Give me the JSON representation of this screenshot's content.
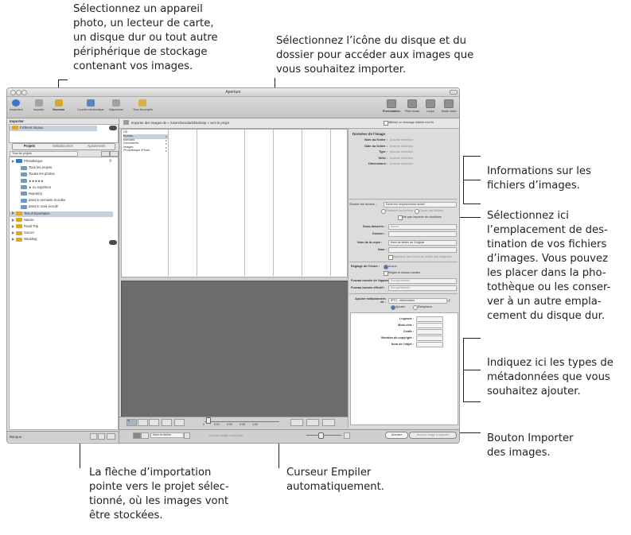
{
  "callouts": {
    "device": "Sélectionnez un appareil\nphoto, un lecteur de carte,\nun disque dur ou tout autre\npériphérique de stockage\ncontenant vos images.",
    "folder": "Sélectionnez l’icône du disque et du\ndossier pour accéder aux images que\nvous souhaitez importer.",
    "info": "Informations sur les\nfichiers d’images.",
    "dest": "Sélectionnez ici\nl’emplacement de des-\ntination de vos fichiers\nd’images. Vous pouvez\nles placer dans la pho-\ntothèque ou les conser-\nver à un autre empla-\ncement du disque dur.",
    "meta": "Indiquez ici les types de\nmétadonnées que vous\nsouhaitez ajouter.",
    "import_btn": "Bouton Importer\ndes images.",
    "arrow": "La flèche d’importation\npointe vers le projet sélec-\ntionné, où les images vont\nêtre stockées.",
    "stack": "Curseur Empiler\nautomatiquement."
  },
  "window": {
    "title": "Aperture",
    "toolbar_left": [
      {
        "label": "Inspecteur",
        "icon": "info-icon",
        "color": "#3b74c9"
      },
      {
        "label": "Importer",
        "icon": "import-icon",
        "color": "#9aa4b0"
      },
      {
        "label": "Nouveau",
        "icon": "new-icon",
        "color": "#d9a72c"
      },
      {
        "label": "Courrier électronique",
        "icon": "email-icon",
        "color": "#5a82c4"
      },
      {
        "label": "Diaporama",
        "icon": "slideshow-icon",
        "color": "#a0a0a0"
      },
      {
        "label": "Tous les projets",
        "icon": "projects-icon",
        "color": "#d9b43c"
      }
    ],
    "toolbar_right": [
      {
        "label": "Présentation",
        "icon": "view-icon"
      },
      {
        "label": "Plein écran",
        "icon": "fullscreen-icon"
      },
      {
        "label": "Loupe",
        "icon": "loupe-icon"
      },
      {
        "label": "Mode vidéo",
        "icon": "video-icon"
      }
    ]
  },
  "sidebar": {
    "importer_title": "Importer",
    "source_item": "Fichiers locaux",
    "tabs": [
      "Projets",
      "Métadonnées",
      "Ajustements"
    ],
    "filter": "Tous les projets",
    "items": [
      {
        "label": "Photothèque",
        "indent": 0
      },
      {
        "label": "Tous les projets",
        "indent": 1
      },
      {
        "label": "Toutes les photos",
        "indent": 1
      },
      {
        "label": "★★★★★",
        "indent": 1
      },
      {
        "label": "★ ou supérieur",
        "indent": 1
      },
      {
        "label": "Rejeté(s)",
        "indent": 1
      },
      {
        "label": "dans la semaine écoulée",
        "indent": 1
      },
      {
        "label": "dans le mois écoulé",
        "indent": 1
      },
      {
        "label": "Test d'importation",
        "indent": 0
      },
      {
        "label": "Nature",
        "indent": 0
      },
      {
        "label": "Road Trip",
        "indent": 0
      },
      {
        "label": "Soccer",
        "indent": 0
      },
      {
        "label": "Wedding",
        "indent": 0
      }
    ],
    "bottom_label": "Banque"
  },
  "browser": {
    "header_label": "Importer des images de",
    "header_path": "» /Users/tomclark/Desktop » vers le projet",
    "alert_label": "Afficher un message d'alerte à la fin",
    "columns": [
      "HD",
      "Bureau",
      "tomclark",
      "Documents",
      "Images",
      "Photothèque iPhoto"
    ]
  },
  "info": {
    "title": "Données de l'image",
    "rows": [
      {
        "label": "Nom du fichier :",
        "value": "Aucune sélection"
      },
      {
        "label": "Date du fichier :",
        "value": "Aucune sélection"
      },
      {
        "label": "Type :",
        "value": "Aucune sélection"
      },
      {
        "label": "Taille :",
        "value": "Aucune sélection"
      },
      {
        "label": "Dimensions :",
        "value": "Aucune sélection"
      }
    ]
  },
  "storage": {
    "label": "Stocker les fichiers :",
    "value": "Dans leur emplacement actuel",
    "move": "Déplacer les fichiers",
    "copy": "Copier les fichiers",
    "dup": "Ne pas importer de doublons",
    "subfolder_label": "Sous-dossiers :",
    "subfolder_value": "Aucun",
    "folder_label": "Dossier :",
    "copyname_label": "Nom de la copie :",
    "copyname_value": "Nom de fichier de l'original",
    "name_label": "Nom :",
    "apply_names": "Appliquer aux noms de fichier des originaux"
  },
  "time": {
    "label": "Réglage de l'heure :",
    "none": "Aucun",
    "adjust_tz": "Régler le fuseau horaire",
    "camera_tz_label": "Fuseau horaire de l'appareil :",
    "camera_tz": "Europe/Madrid",
    "actual_tz_label": "Fuseau horaire effectif :",
    "actual_tz": "Europe/Madrid"
  },
  "metadata": {
    "label": "Ajouter métadonnées de :",
    "preset": "IPTC - élémentaire",
    "add": "Ajouter",
    "replace": "Remplacer",
    "fields": [
      "Légende :",
      "Mots-clés :",
      "Crédit :",
      "Mention de copyright :",
      "Nom de l'objet :"
    ]
  },
  "bottom": {
    "sort": "Nom du fichier",
    "count": "Aucune image à importer",
    "cancel": "Annuler",
    "import": "Aucune image à importer",
    "stack_ticks": [
      "0:01",
      "0:30",
      "0:45",
      "1:00"
    ],
    "stack_min": "0"
  },
  "colors": {
    "blue": "#3b74c9",
    "folder": "#d9a72c",
    "selection": "#c7d1de"
  }
}
